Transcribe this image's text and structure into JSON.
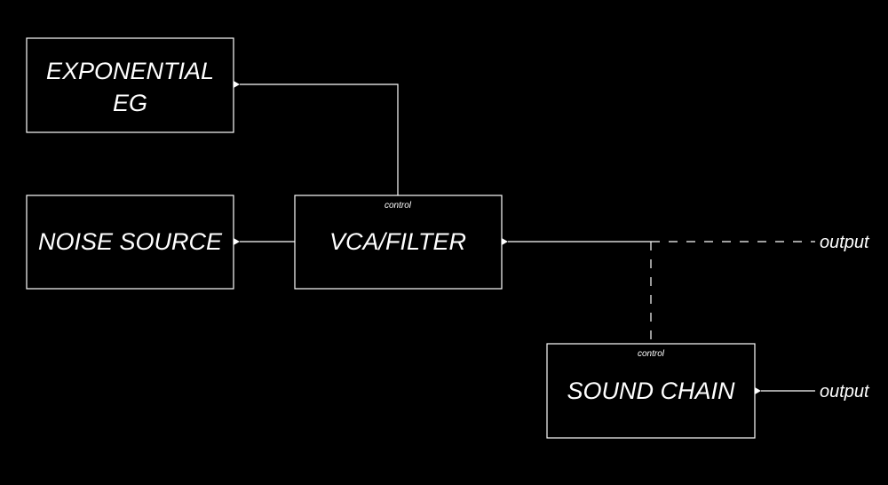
{
  "colors": {
    "background": "#000000",
    "stroke": "#ffffff",
    "text": "#ffffff"
  },
  "blocks": {
    "exp_eg": {
      "line1": "EXPONENTIAL",
      "line2": "EG"
    },
    "noise": {
      "label": "NOISE SOURCE"
    },
    "vca": {
      "label": "VCA/FILTER",
      "port": "control"
    },
    "sound_chain": {
      "label": "SOUND CHAIN",
      "port": "control"
    }
  },
  "outputs": {
    "main": "output",
    "chain": "output"
  }
}
